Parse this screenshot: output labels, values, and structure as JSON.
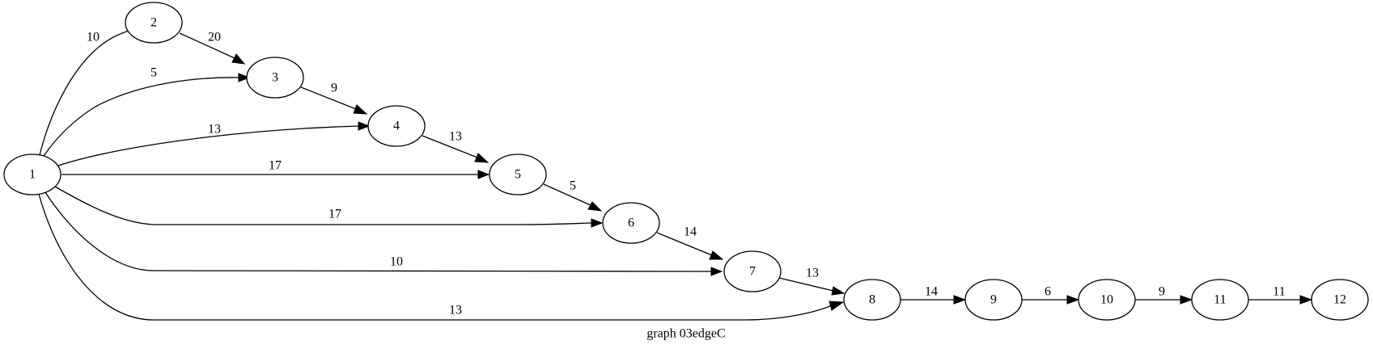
{
  "graph": {
    "caption": "graph 03edgeC",
    "nodes": [
      {
        "id": "1",
        "label": "1"
      },
      {
        "id": "2",
        "label": "2"
      },
      {
        "id": "3",
        "label": "3"
      },
      {
        "id": "4",
        "label": "4"
      },
      {
        "id": "5",
        "label": "5"
      },
      {
        "id": "6",
        "label": "6"
      },
      {
        "id": "7",
        "label": "7"
      },
      {
        "id": "8",
        "label": "8"
      },
      {
        "id": "9",
        "label": "9"
      },
      {
        "id": "10",
        "label": "10"
      },
      {
        "id": "11",
        "label": "11"
      },
      {
        "id": "12",
        "label": "12"
      }
    ],
    "edges": [
      {
        "from": "1",
        "to": "2",
        "label": "10"
      },
      {
        "from": "1",
        "to": "3",
        "label": "5"
      },
      {
        "from": "1",
        "to": "4",
        "label": "13"
      },
      {
        "from": "1",
        "to": "5",
        "label": "17"
      },
      {
        "from": "1",
        "to": "6",
        "label": "17"
      },
      {
        "from": "1",
        "to": "7",
        "label": "10"
      },
      {
        "from": "1",
        "to": "8",
        "label": "13"
      },
      {
        "from": "2",
        "to": "3",
        "label": "20"
      },
      {
        "from": "3",
        "to": "4",
        "label": "9"
      },
      {
        "from": "4",
        "to": "5",
        "label": "13"
      },
      {
        "from": "5",
        "to": "6",
        "label": "5"
      },
      {
        "from": "6",
        "to": "7",
        "label": "14"
      },
      {
        "from": "7",
        "to": "8",
        "label": "13"
      },
      {
        "from": "8",
        "to": "9",
        "label": "14"
      },
      {
        "from": "9",
        "to": "10",
        "label": "6"
      },
      {
        "from": "10",
        "to": "11",
        "label": "9"
      },
      {
        "from": "11",
        "to": "12",
        "label": "11"
      }
    ]
  }
}
